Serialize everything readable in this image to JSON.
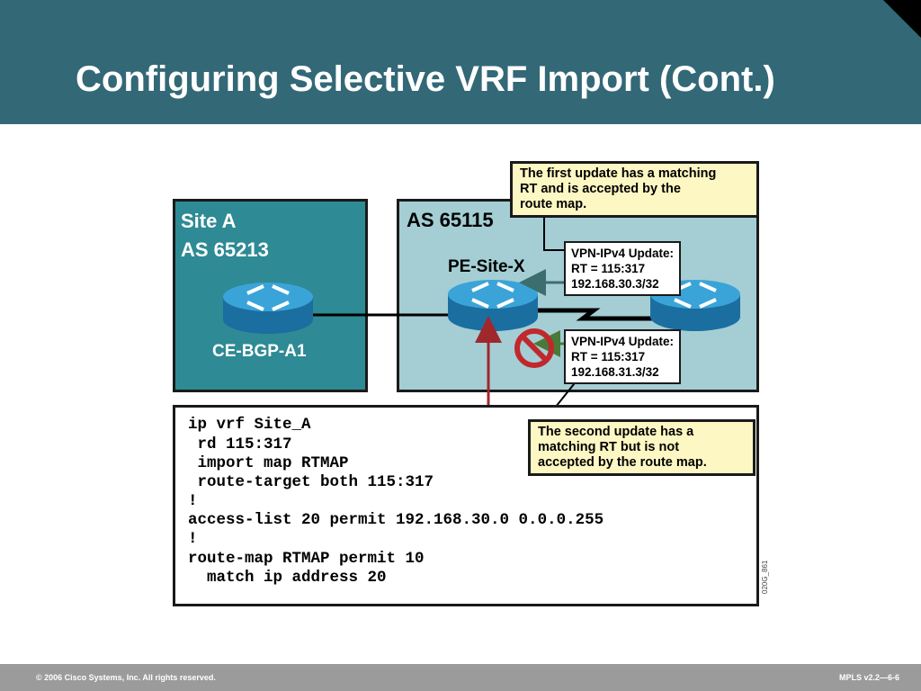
{
  "slide": {
    "title": "Configuring Selective VRF Import (Cont.)"
  },
  "diagram": {
    "site": {
      "name": "Site A",
      "as": "AS 65213",
      "router_label": "CE-BGP-A1"
    },
    "provider": {
      "as": "AS 65115",
      "router_label": "PE-Site-X"
    },
    "update_accepted": {
      "lines": [
        "VPN-IPv4 Update:",
        "RT = 115:317",
        "192.168.30.3/32"
      ]
    },
    "update_rejected": {
      "lines": [
        "VPN-IPv4 Update:",
        "RT = 115:317",
        "192.168.31.3/32"
      ]
    },
    "callout_first": {
      "lines": [
        "The first update has a matching",
        "RT and is accepted by the",
        "route map."
      ]
    },
    "callout_second": {
      "lines": [
        "The second update has a",
        "matching RT but is not",
        "accepted by the route map."
      ]
    },
    "config_lines": [
      "ip vrf Site_A",
      " rd 115:317",
      " import map RTMAP",
      " route-target both 115:317",
      "!",
      "access-list 20 permit 192.168.30.0 0.0.0.255",
      "!",
      "route-map RTMAP permit 10",
      "  match ip address 20"
    ],
    "image_id": "020G_861",
    "colors": {
      "header": "#336877",
      "site_fill": "#2e8a94",
      "as_fill": "#a4ced4",
      "router": "#2a8fc4",
      "callout": "#fdf7c3",
      "arrow_accept": "#3d6e6e",
      "arrow_config": "#a0282d",
      "no_sign": "#c0282d"
    },
    "icons": [
      "router-icon",
      "no-entry-icon"
    ]
  },
  "footer": {
    "copyright": "© 2006 Cisco Systems, Inc. All rights reserved.",
    "course": "MPLS v2.2—6-6"
  }
}
